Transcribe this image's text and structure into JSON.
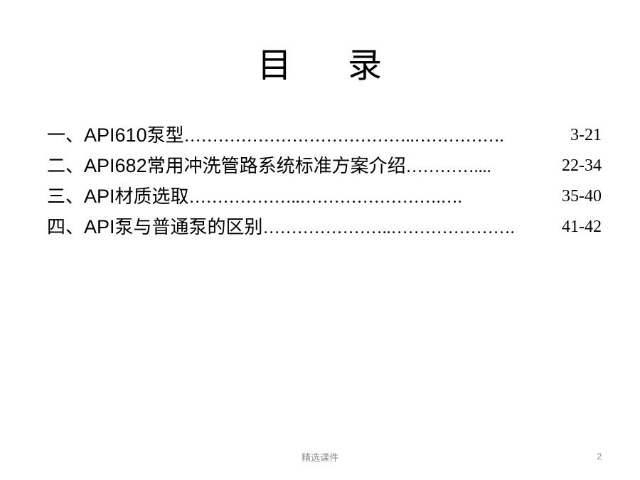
{
  "title": {
    "char1": "目",
    "char2": "录"
  },
  "toc": [
    {
      "prefix": "一、",
      "api": "API610",
      "text": "泵型",
      "dots": "…………………………………..…………….",
      "pages": "3-21"
    },
    {
      "prefix": "二、",
      "api": "API682",
      "text": "常用冲洗管路系统标准方案介绍",
      "dots": "…………....",
      "pages": "22-34"
    },
    {
      "prefix": "三、",
      "api": "API",
      "text": "材质选取",
      "dots": "………………..…………………….….",
      "pages": "35-40"
    },
    {
      "prefix": "四、",
      "api": "API",
      "text": "泵与普通泵的区别",
      "dots": "…………………..………………….",
      "pages": "41-42"
    }
  ],
  "footer": {
    "label": "精选课件",
    "page_number": "2"
  }
}
